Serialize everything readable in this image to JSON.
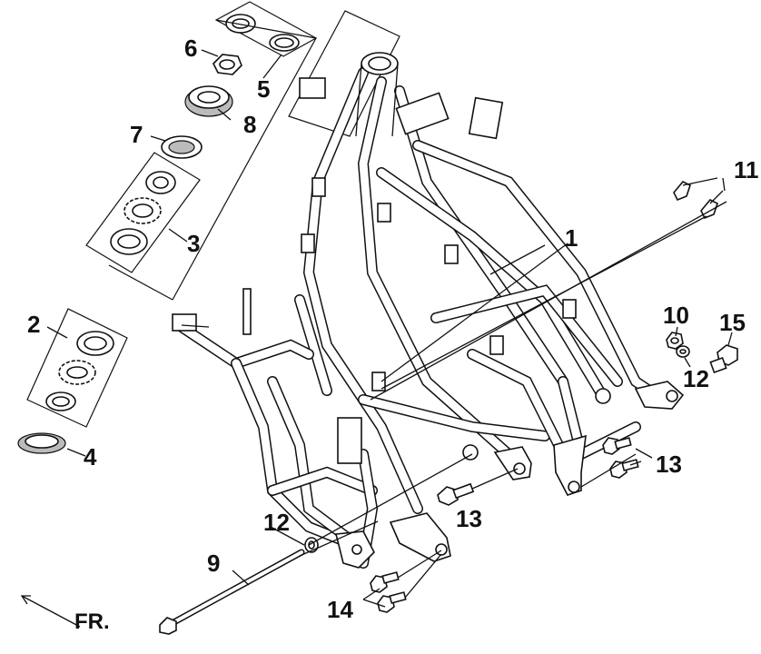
{
  "diagram": {
    "callouts": [
      "1",
      "2",
      "3",
      "4",
      "5",
      "6",
      "7",
      "8",
      "9",
      "10",
      "11",
      "12",
      "12",
      "13",
      "13",
      "14",
      "15"
    ],
    "direction_label": "FR."
  }
}
